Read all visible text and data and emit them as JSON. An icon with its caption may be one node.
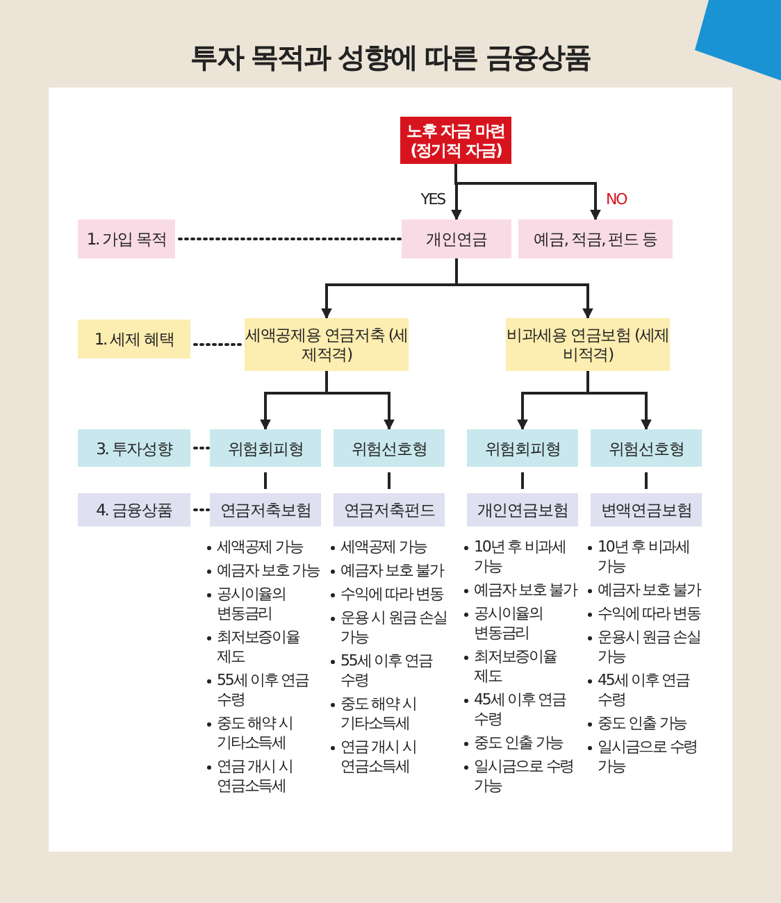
{
  "diagram": {
    "title": "투자 목적과 성향에 따른 금융상품",
    "nodes": [
      {
        "text": [
          "노후 자금 마련 (정기적 자금)"
        ]
      },
      {
        "text": [
          "1. 가입 목적"
        ]
      },
      {
        "text": [
          "개인연금"
        ]
      },
      {
        "text": [
          "예금, 적금, 펀드 등"
        ]
      },
      {
        "text": [
          "1. 세제 혜택"
        ]
      },
      {
        "text": [
          "세액공제용 연금저축 (세제적격)"
        ]
      },
      {
        "text": [
          "비과세용 연금보험 (세제비적격)"
        ]
      },
      {
        "text": [
          "3. 투자성향"
        ]
      },
      {
        "text": [
          "위험회피형"
        ]
      },
      {
        "text": [
          "위험선호형"
        ]
      },
      {
        "text": [
          "위험회피형"
        ]
      },
      {
        "text": [
          "위험선호형"
        ]
      },
      {
        "text": [
          "4. 금융상품"
        ]
      },
      {
        "text": [
          "연금저축보험"
        ],
        "beside": [
          "세액공제 가능",
          "예금자 보호 가능",
          "공시이율의 변동금리",
          "최저보증이율 제도",
          "55세 이후 연금 수령",
          "중도 해약 시 기타소득세",
          "연금 개시 시 연금소득세"
        ]
      },
      {
        "text": [
          "연금저축펀드"
        ],
        "beside": [
          "세액공제 가능",
          "예금자 보호 불가",
          "수익에 따라 변동",
          "운용 시 원금 손실 가능",
          "55세 이후 연금 수령",
          "중도 해약 시 기타소득세",
          "연금 개시 시 연금소득세"
        ]
      },
      {
        "text": [
          "개인연금보험"
        ],
        "beside": [
          "10년 후 비과세 가능",
          "예금자 보호 불가",
          "공시이율의 변동금리",
          "최저보증이율 제도",
          "45세 이후 연금 수령",
          "중도 인출 가능",
          "일시금으로 수령 가능"
        ]
      },
      {
        "text": [
          "변액연금보험"
        ],
        "beside": [
          "10년 후 비과세 가능",
          "예금자 보호 불가",
          "수익에 따라 변동",
          "운용시 원금 손실 가능",
          "45세 이후 연금 수령",
          "중도 인출 가능",
          "일시금으로 수령 가능"
        ]
      }
    ],
    "edges": [
      {
        "from": 0,
        "to": 2,
        "arrow": "to",
        "label": "YES"
      },
      {
        "from": 0,
        "to": 3,
        "arrow": "to",
        "label": "NO"
      },
      {
        "from": 2,
        "to": 5,
        "arrow": "to"
      },
      {
        "from": 2,
        "to": 6,
        "arrow": "to"
      },
      {
        "from": 5,
        "to": 8,
        "arrow": "to"
      },
      {
        "from": 5,
        "to": 9,
        "arrow": "to"
      },
      {
        "from": 6,
        "to": 10,
        "arrow": "to"
      },
      {
        "from": 6,
        "to": 11,
        "arrow": "to"
      },
      {
        "from": 8,
        "to": 13,
        "arrow": "none"
      },
      {
        "from": 9,
        "to": 14,
        "arrow": "none"
      },
      {
        "from": 10,
        "to": 15,
        "arrow": "none"
      },
      {
        "from": 11,
        "to": 16,
        "arrow": "none"
      },
      {
        "from": 1,
        "to": 2,
        "arrow": "none",
        "style": "dashed"
      },
      {
        "from": 4,
        "to": 5,
        "arrow": "none",
        "style": "dashed"
      },
      {
        "from": 7,
        "to": 8,
        "arrow": "none",
        "style": "dashed"
      },
      {
        "from": 12,
        "to": 13,
        "arrow": "none",
        "style": "dashed"
      }
    ]
  }
}
